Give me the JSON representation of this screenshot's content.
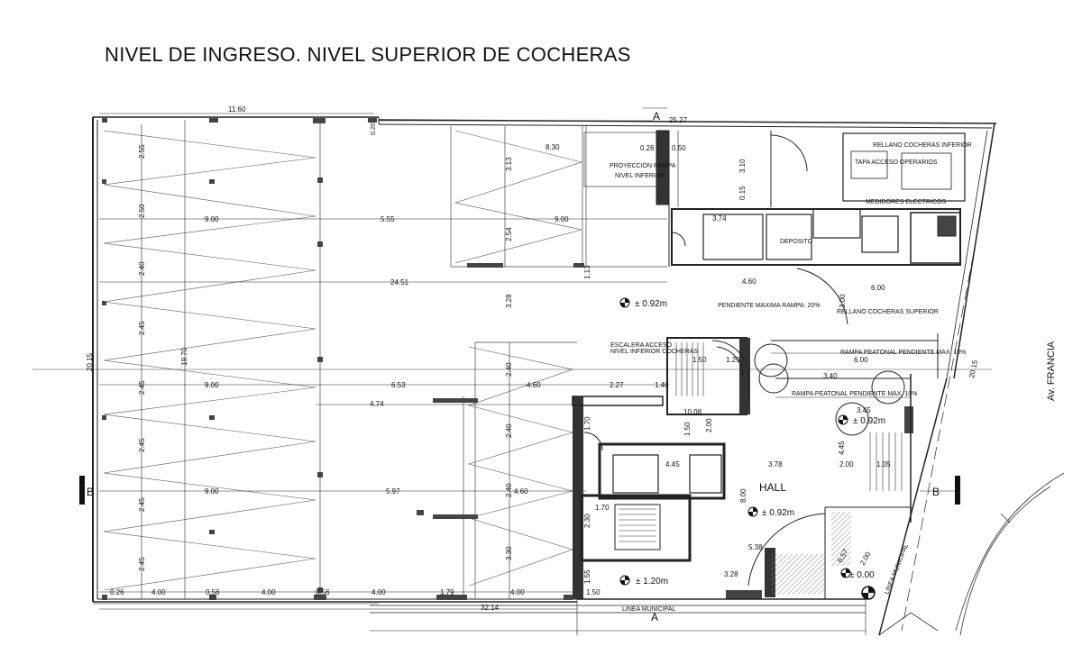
{
  "title": "NIVEL DE INGRESO. NIVEL SUPERIOR DE COCHERAS",
  "side_label": "Av. FRANCIA",
  "section_marks": {
    "a_top": "A",
    "a_bottom": "A",
    "b_left": "B",
    "b_right": "B"
  },
  "rooms": {
    "hall": "HALL",
    "deposito": "DEPOSITO",
    "rellano_inferior": "RELLANO COCHERAS INFERIOR",
    "rellano_superior": "RELLANO COCHERAS SUPERIOR",
    "proyeccion_1": "PROYECCION RAMPA",
    "proyeccion_2": "NIVEL INFERIOR",
    "pendiente": "PENDIENTE MAXIMA RAMPA: 20%",
    "escalera_1": "ESCALERA ACCESO",
    "escalera_2": "NIVEL INFERIOR COCHERAS",
    "linea_municipal": "LINEA MUNICIPAL",
    "linea_municipal_diag": "LINEA MUNICIPAL",
    "rampa_1": "RAMPA PEATONAL PENDIENTE MAX. 10%",
    "rampa_2": "RAMPA PEATONAL PENDIENTE MAX. 10%",
    "medidores": "MEDIDORES ELECTRICOS",
    "acceso": "TAPA ACCESO OPERARIOS"
  },
  "levels": {
    "l1": "± 0.92m",
    "l2": "± 0.92m",
    "l3": "± 0.92m",
    "l4": "± 1.20m",
    "l5": "± 0.00"
  },
  "dims": {
    "d_11_60": "11.60",
    "d_25_27": "25.27",
    "d_0_20": "0.20",
    "d_8_30": "8.30",
    "d_0_50": "0.50",
    "d_0_26b": "0.26",
    "d_3_13": "3.13",
    "d_3_10": "3.10",
    "d_0_15": "0.15",
    "d_2_55": "2.55",
    "d_2_50": "2.50",
    "d_9_00a": "9.00",
    "d_5_55": "5.55",
    "d_9_00b": "9.00",
    "d_2_54": "2.54",
    "d_3_74": "3.74",
    "d_24_51": "24.51",
    "d_2_40a": "2.40",
    "d_3_28": "3.28",
    "d_1_13": "1.13",
    "d_4_60a": "4.60",
    "d_6_00a": "6.00",
    "d_3_00": "3.00",
    "d_2_45a": "2.45",
    "d_20_15": "20.15",
    "d_19_70": "19.70",
    "d_2_45b": "2.45",
    "d_9_00c": "9.00",
    "d_6_53": "6.53",
    "d_4_60b": "4.60",
    "d_2_27": "2.27",
    "d_1_40": "1.40",
    "d_2_40b": "2.40",
    "d_1_50a": "1.50",
    "d_1_25": "1.25",
    "d_6_00b": "6.00",
    "d_3_40": "3.40",
    "d_4_74": "4.74",
    "d_10_08": "10.08",
    "d_2_00a": "2.00",
    "d_3_45": "3.45",
    "d_2_40c": "2.40",
    "d_1_70": "1.70",
    "d_2_45c": "2.45",
    "d_1_50b": "1.50",
    "d_4_45": "4.45",
    "d_3_78": "3.78",
    "d_2_00b": "2.00",
    "d_1_05": "1.05",
    "d_4_45b": "4.45",
    "d_9_00d": "9.00",
    "d_5_97": "5.97",
    "d_4_60c": "4.60",
    "d_8_00": "8.00",
    "d_1_70b": "1.70",
    "d_2_40d": "2.40",
    "d_2_30": "2.30",
    "d_5_38": "5.38",
    "d_2_45d": "2.45",
    "d_3_30": "3.30",
    "d_3_28b": "3.28",
    "d_6_57": "6.57",
    "d_2_00c": "2.00",
    "d_0_26": "0.26",
    "d_4_00a": "4.00",
    "d_0_56": "0.56",
    "d_4_00b": "4.00",
    "d_0_56b": "0.56",
    "d_4_00c": "4.00",
    "d_1_79": "1.79",
    "d_4_00d": "4.00",
    "d_1_55": "1.55",
    "d_1_50c": "1.50",
    "d_32_14": "32.14",
    "d_20_15b": "20.15"
  },
  "colors": {
    "line": "#222222",
    "wall": "#333333",
    "hatch": "#888888",
    "bg": "#ffffff"
  }
}
